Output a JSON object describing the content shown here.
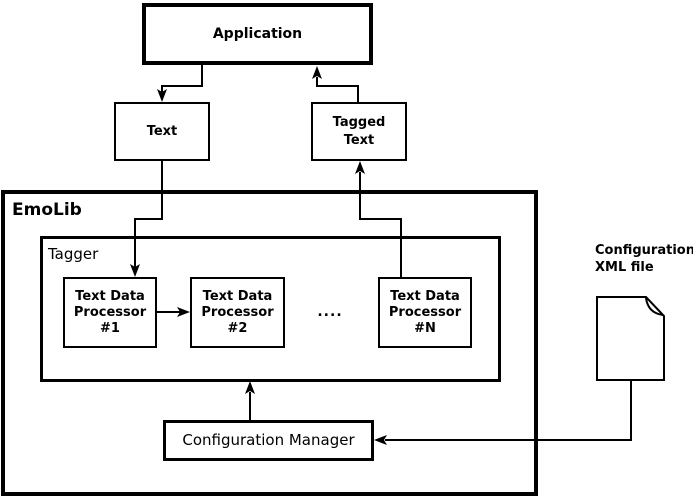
{
  "colors": {
    "ink": "#000000",
    "background": "#ffffff"
  },
  "nodes": {
    "application": {
      "label": "Application"
    },
    "text": {
      "label": "Text"
    },
    "tagged_text": {
      "label": "Tagged\nText"
    },
    "emolib": {
      "label": "EmoLib"
    },
    "tagger": {
      "label": "Tagger"
    },
    "processor_1": {
      "label": "Text Data\nProcessor\n#1"
    },
    "processor_2": {
      "label": "Text Data\nProcessor\n#2"
    },
    "ellipsis": {
      "label": "...."
    },
    "processor_n": {
      "label": "Text Data\nProcessor\n#N"
    },
    "configuration_manager": {
      "label": "Configuration Manager"
    },
    "configuration_xml_file": {
      "label": "Configuration\nXML file"
    }
  }
}
